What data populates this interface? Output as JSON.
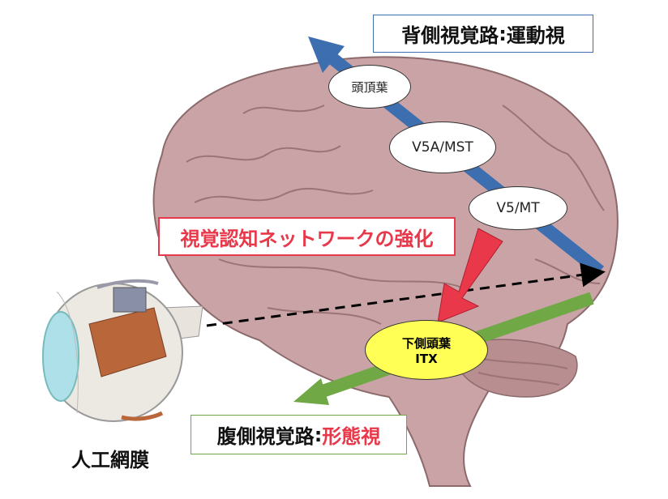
{
  "dorsal_box": {
    "prefix": "背側視覚路",
    "sep": ":",
    "suffix": "運動視"
  },
  "ventral_box": {
    "prefix": "腹側視覚路",
    "sep": ":",
    "suffix": "形態視"
  },
  "network_box": {
    "label": "視覚認知ネットワークの強化"
  },
  "areas": {
    "parietal": "頭頂葉",
    "v5a": "V5A/MST",
    "v5": "V5/MT",
    "it_line1": "下側頭葉",
    "it_line2": "ITX"
  },
  "eye_label": "人工網膜",
  "colors": {
    "dorsal": "#3d6fb0",
    "ventral": "#6fa844",
    "network": "#e8384a",
    "it": "#ffff55",
    "brain": "#c9a3a5"
  }
}
